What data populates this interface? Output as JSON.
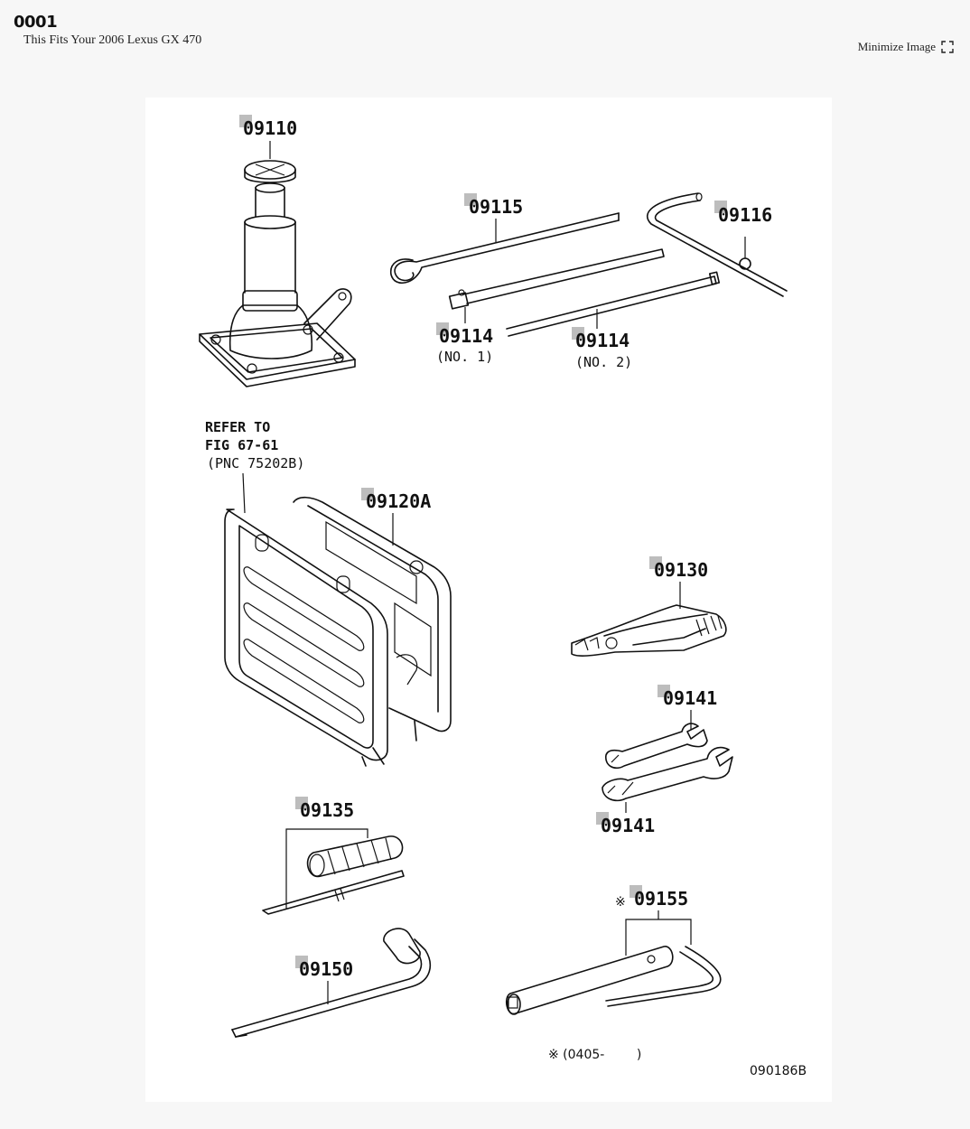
{
  "header": {
    "title": "0001",
    "subtitle": "This Fits Your 2006 Lexus GX 470",
    "minimize_label": "Minimize Image"
  },
  "icons": {
    "minimize": "expand-corners-icon"
  },
  "diagram": {
    "callouts": [
      {
        "id": "jack",
        "part": "09110",
        "sub": ""
      },
      {
        "id": "handle-hook",
        "part": "09115",
        "sub": ""
      },
      {
        "id": "handle-wrench",
        "part": "09116",
        "sub": ""
      },
      {
        "id": "extension-no1",
        "part": "09114",
        "sub": "(NO. 1)"
      },
      {
        "id": "extension-no2",
        "part": "09114",
        "sub": "(NO. 2)"
      },
      {
        "id": "tool-bag",
        "part": "09120A",
        "sub": ""
      },
      {
        "id": "pliers",
        "part": "09130",
        "sub": ""
      },
      {
        "id": "wrench-upper",
        "part": "09141",
        "sub": ""
      },
      {
        "id": "wrench-lower",
        "part": "09141",
        "sub": ""
      },
      {
        "id": "screwdriver",
        "part": "09135",
        "sub": ""
      },
      {
        "id": "lug-wrench",
        "part": "09150",
        "sub": ""
      },
      {
        "id": "plug-wrench",
        "part": "09155",
        "sub": "",
        "mark": "※"
      }
    ],
    "refer_note": {
      "line1": "REFER TO",
      "line2": "FIG 67-61",
      "line3": "(PNC 75202B)"
    },
    "footnote": "※ (0405-        )",
    "figure_code": "090186B"
  }
}
